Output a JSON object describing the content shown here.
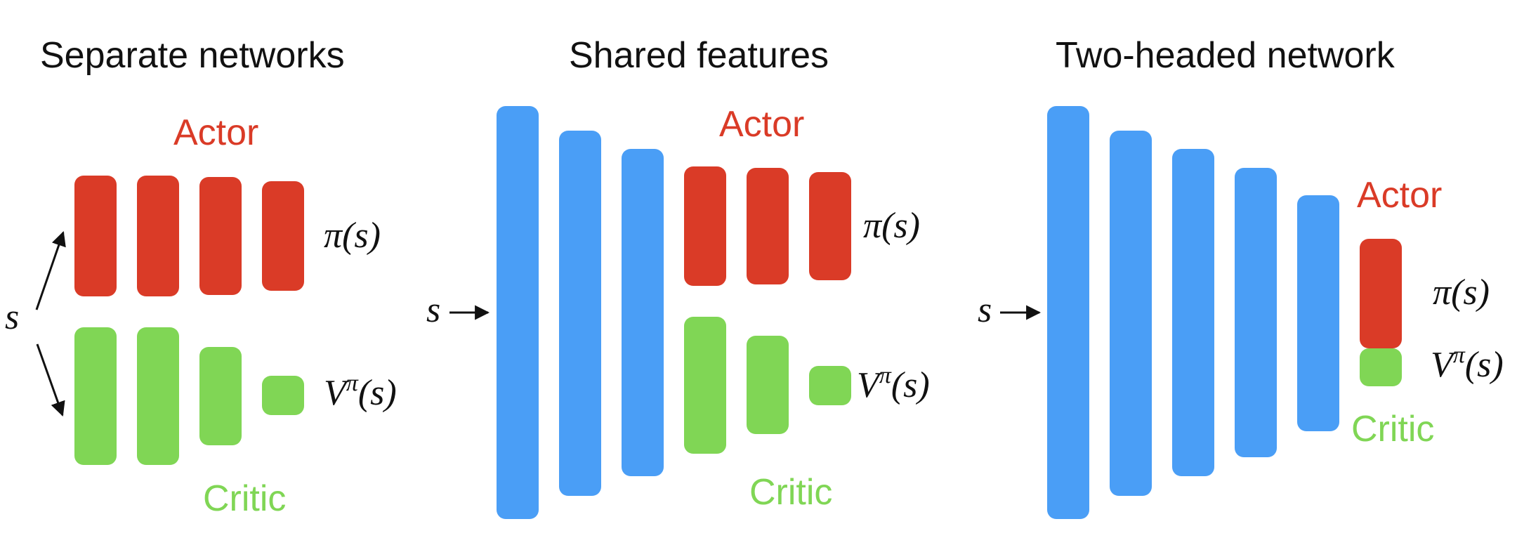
{
  "colors": {
    "actor": "#DA3B27",
    "critic": "#80D655",
    "shared": "#4A9EF6",
    "text": "#111111"
  },
  "panels": [
    {
      "title": "Separate networks",
      "actor_label": "Actor",
      "critic_label": "Critic",
      "input_label": "s",
      "policy_symbol": "π",
      "value_symbol": "V",
      "value_superscript": "π",
      "arg_open": "(",
      "arg_var": "s",
      "arg_close": ")"
    },
    {
      "title": "Shared features",
      "actor_label": "Actor",
      "critic_label": "Critic",
      "input_label": "s",
      "policy_symbol": "π",
      "value_symbol": "V",
      "value_superscript": "π",
      "arg_open": "(",
      "arg_var": "s",
      "arg_close": ")"
    },
    {
      "title": "Two-headed network",
      "actor_label": "Actor",
      "critic_label": "Critic",
      "input_label": "s",
      "policy_symbol": "π",
      "value_symbol": "V",
      "value_superscript": "π",
      "arg_open": "(",
      "arg_var": "s",
      "arg_close": ")"
    }
  ]
}
